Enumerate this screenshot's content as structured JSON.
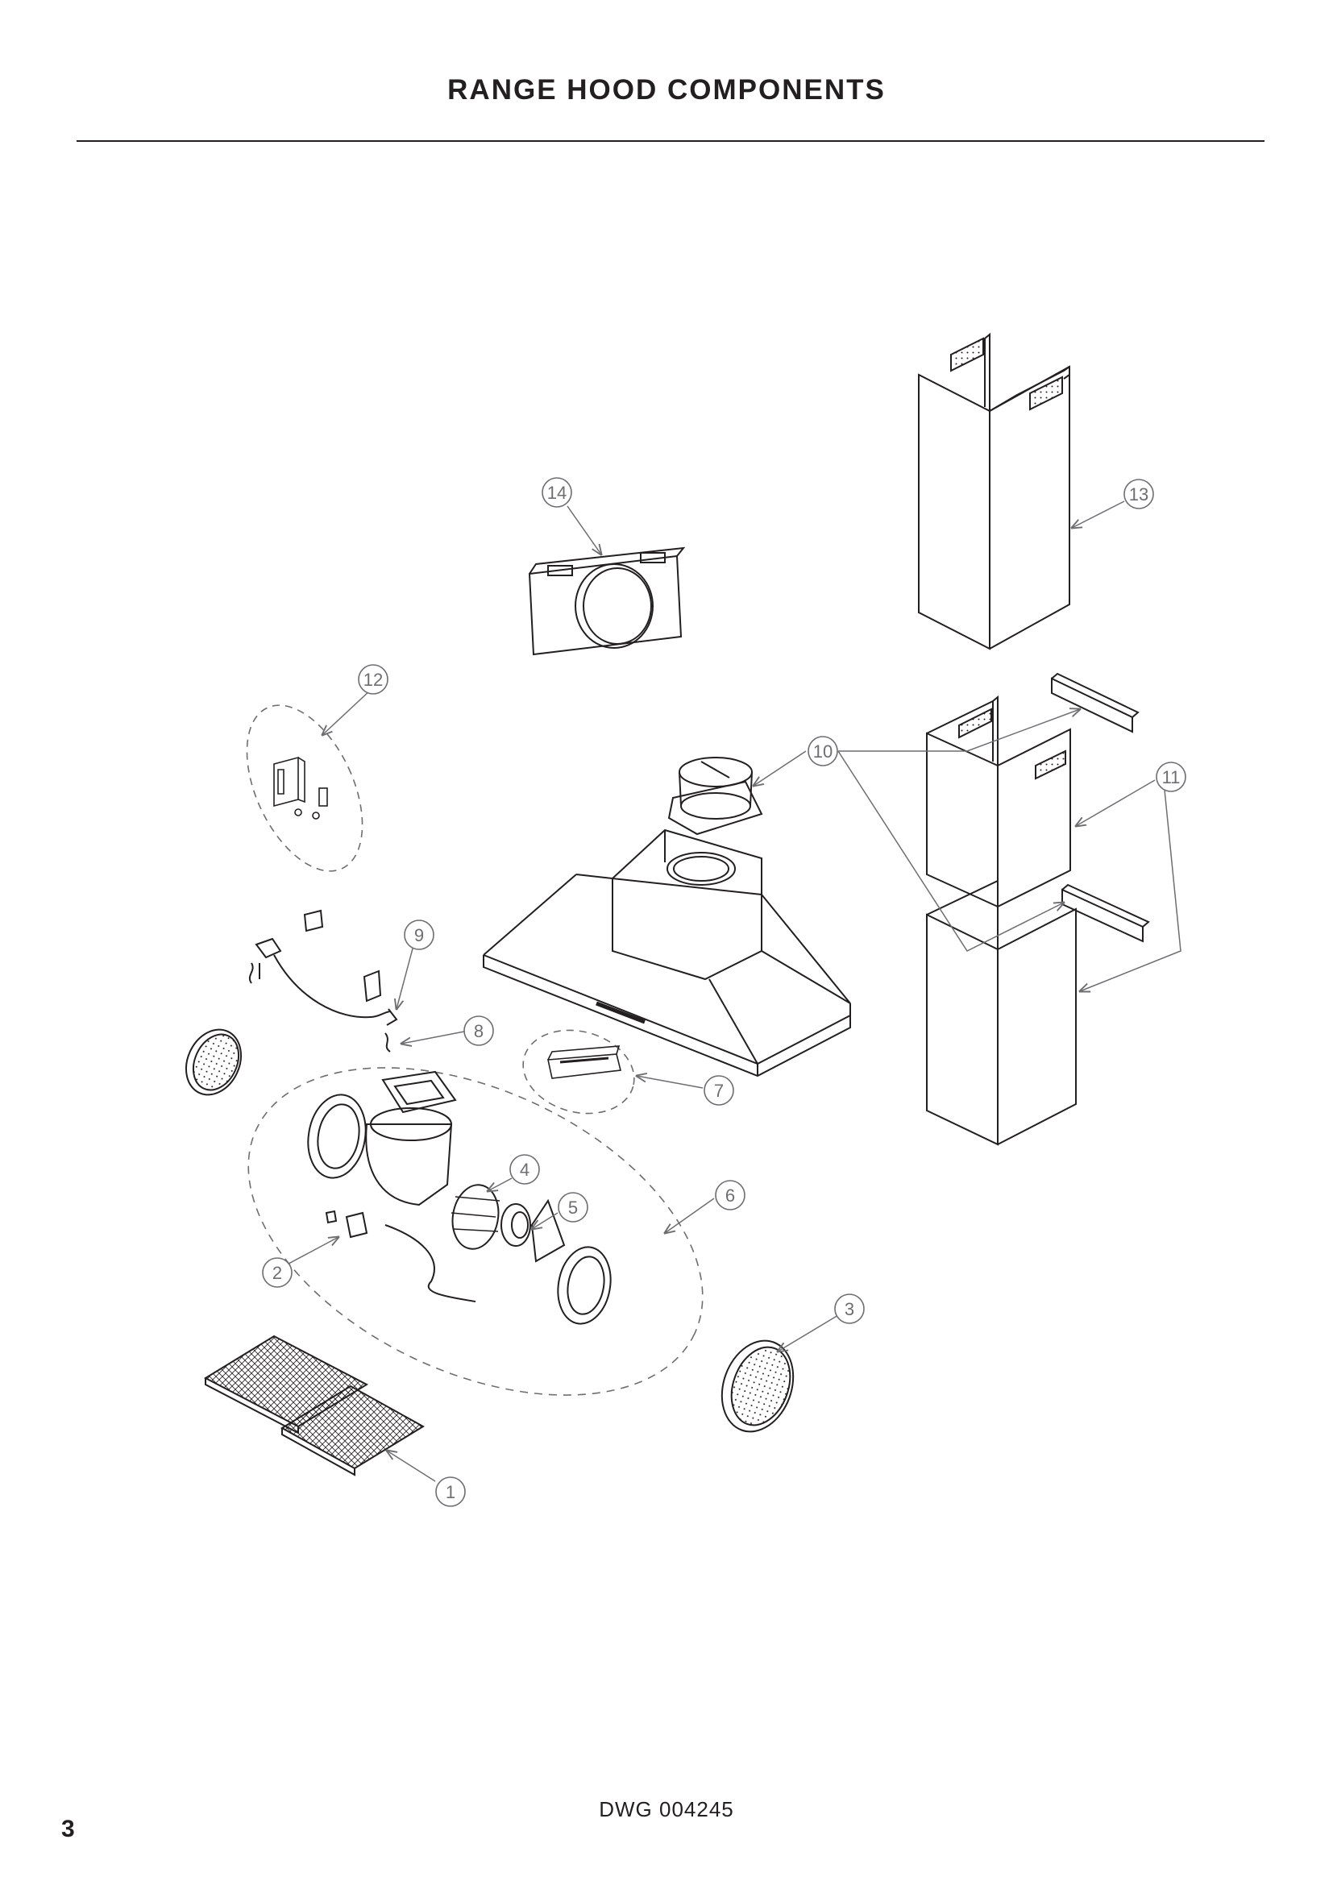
{
  "page": {
    "title": "RANGE HOOD COMPONENTS",
    "drawing_number": "DWG 004245",
    "page_number": "3"
  },
  "callouts": [
    "1",
    "2",
    "3",
    "4",
    "5",
    "6",
    "7",
    "8",
    "9",
    "10",
    "11",
    "12",
    "13",
    "14"
  ],
  "colors": {
    "ink": "#231f20",
    "callout": "#6d6e71"
  }
}
